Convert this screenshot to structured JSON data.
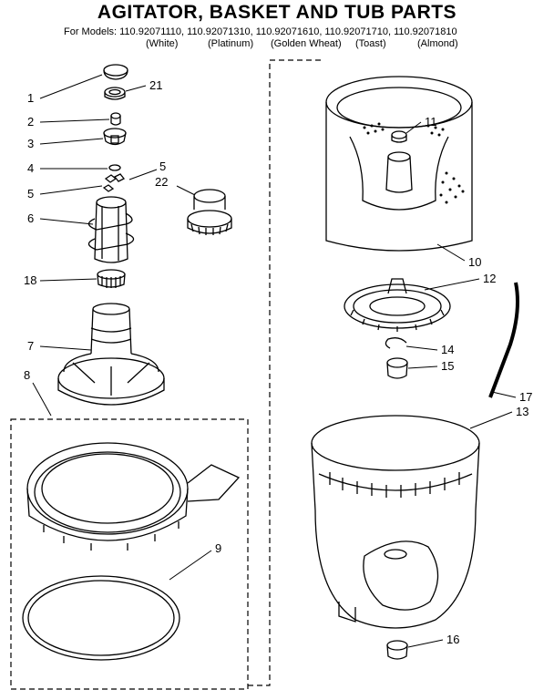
{
  "title": "AGITATOR, BASKET AND TUB PARTS",
  "models_line": "For Models: 110.92071110, 110.92071310, 110.92071610, 110.92071710, 110.92071810",
  "colors": [
    "(White)",
    "(Platinum)",
    "(Golden Wheat)",
    "(Toast)",
    "(Almond)"
  ],
  "callouts": {
    "p1": "1",
    "p2": "2",
    "p3": "3",
    "p4": "4",
    "p5a": "5",
    "p5b": "5",
    "p6": "6",
    "p7": "7",
    "p8": "8",
    "p9": "9",
    "p10": "10",
    "p11": "11",
    "p12": "12",
    "p13": "13",
    "p14": "14",
    "p15": "15",
    "p16": "16",
    "p17": "17",
    "p18": "18",
    "p21": "21",
    "p22": "22"
  }
}
